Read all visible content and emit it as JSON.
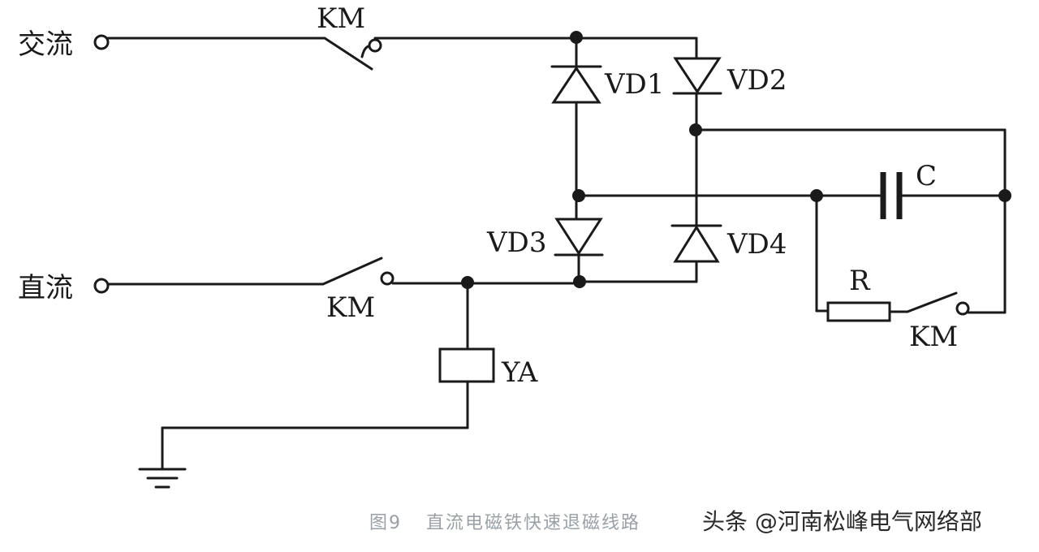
{
  "terminals": {
    "ac_label": "交流",
    "dc_label": "直流"
  },
  "components": {
    "km_top": "KM",
    "km_dc": "KM",
    "km_rc": "KM",
    "vd1": "VD1",
    "vd2": "VD2",
    "vd3": "VD3",
    "vd4": "VD4",
    "capacitor": "C",
    "resistor": "R",
    "coil": "YA"
  },
  "caption": {
    "figure_no": "图9",
    "title": "直流电磁铁快速退磁线路"
  },
  "watermark": "头条 @河南松峰电气网络部"
}
